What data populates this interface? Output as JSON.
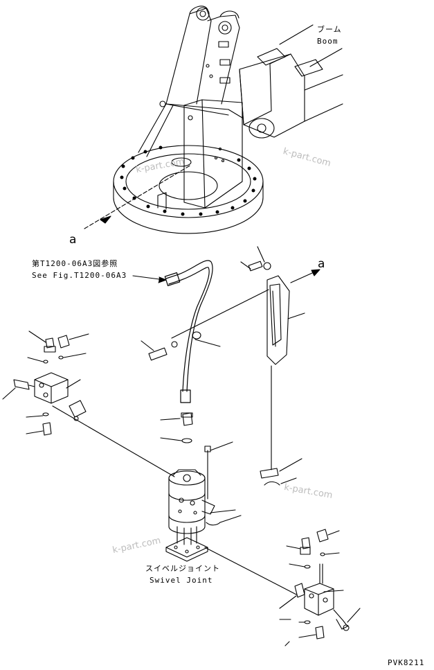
{
  "labels": {
    "boom_jp": "ブーム",
    "boom_en": "Boom",
    "fig_ref_jp": "第T1200-06A3図参照",
    "fig_ref_en": "See Fig.T1200-06A3",
    "swivel_jp": "スイベルジョイント",
    "swivel_en": "Swivel Joint",
    "marker_a_left": "a",
    "marker_a_right": "a",
    "drawing_code": "PVK8211"
  },
  "watermarks": [
    "k-part.com",
    "k-part.com",
    "k-part.com",
    "k-part.com"
  ],
  "colors": {
    "line": "#000000",
    "watermark": "#bdbdbd",
    "background": "#ffffff"
  }
}
